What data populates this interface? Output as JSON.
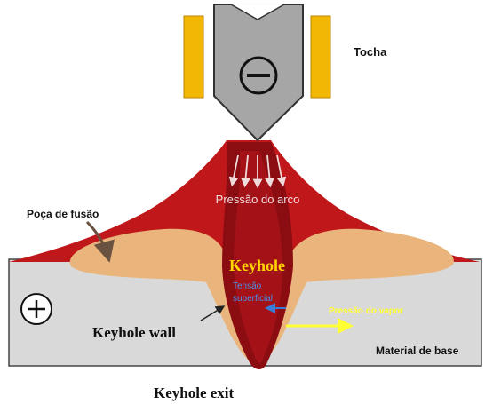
{
  "labels": {
    "torch": "Tocha",
    "arc_pressure": "Pressão do arco",
    "weld_pool": "Poça de fusão",
    "keyhole": "Keyhole",
    "surface_tension_line1": "Tensão",
    "surface_tension_line2": "superficial",
    "vapor_pressure": "Pressão do vapor",
    "keyhole_wall": "Keyhole wall",
    "base_material": "Material de base",
    "keyhole_exit": "Keyhole exit"
  },
  "symbols": {
    "cathode": "−",
    "anode": "+"
  },
  "colors": {
    "torch_body": "#a6a6a6",
    "torch_shield": "#f2b705",
    "arc_red": "#c0171b",
    "keyhole_dark": "#8b0d12",
    "weld_pool": "#e9b57c",
    "base_plate": "#d9d9d9",
    "keyhole_label": "#ffd700",
    "surface_tension": "#3a7bd5",
    "vapor_arrow": "#ffff33"
  }
}
